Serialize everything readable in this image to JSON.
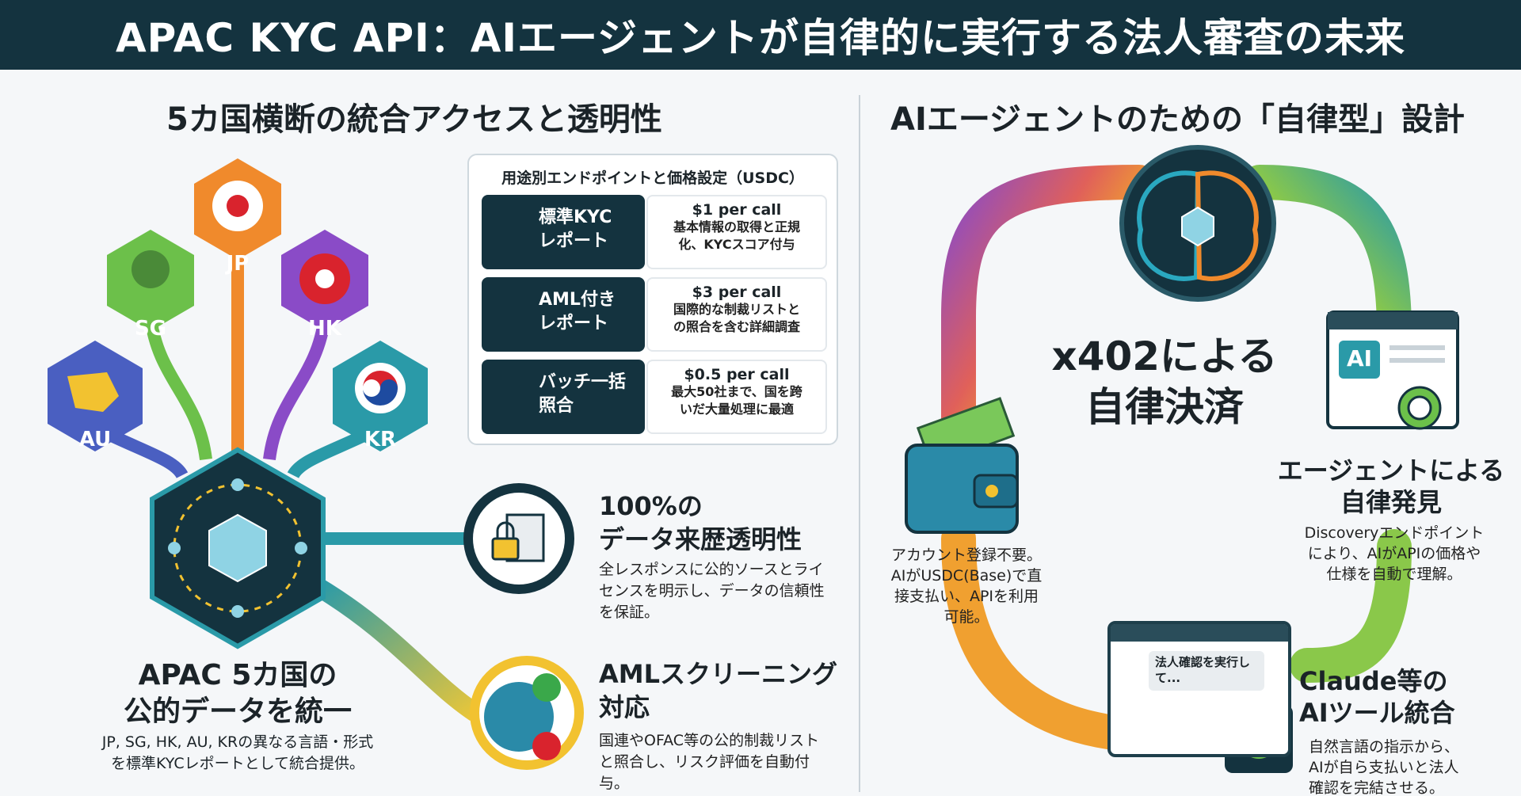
{
  "header": {
    "title": "APAC KYC API：AIエージェントが自律的に実行する法人審査の未来"
  },
  "left": {
    "section_title": "5カ国横断の統合アクセスと透明性",
    "countries": [
      "JP",
      "SG",
      "HK",
      "AU",
      "KR"
    ],
    "hub": {
      "title_line1": "APAC 5カ国の",
      "title_line2": "公的データを統一",
      "desc_line1": "JP, SG, HK, AU, KRの異なる言語・形式",
      "desc_line2": "を標準KYCレポートとして統合提供。"
    },
    "pricing": {
      "heading": "用途別エンドポイントと価格設定（USDC）",
      "rows": [
        {
          "name1": "標準KYC",
          "name2": "レポート",
          "price": "$1 per call",
          "desc1": "基本情報の取得と正規",
          "desc2": "化、KYCスコア付与",
          "icon": "magnifier-document-icon"
        },
        {
          "name1": "AML付き",
          "name2": "レポート",
          "price": "$3 per call",
          "desc1": "国際的な制裁リストと",
          "desc2": "の照合を含む詳細調査",
          "icon": "globe-magnifier-icon"
        },
        {
          "name1": "バッチ一括",
          "name2": "照合",
          "price": "$0.5 per call",
          "desc1": "最大50社まで、国を跨",
          "desc2": "いだ大量処理に最適",
          "icon": "stacked-documents-icon"
        }
      ]
    },
    "features": [
      {
        "title1": "100%の",
        "title2": "データ来歴透明性",
        "desc1": "全レスポンスに公的ソースとライ",
        "desc2": "センスを明示し、データの信頼性",
        "desc3": "を保証。",
        "icon": "lock-document-icon"
      },
      {
        "title1": "AMLスクリーニング",
        "title2": "対応",
        "desc1": "国連やOFAC等の公的制裁リスト",
        "desc2": "と照合し、リスク評価を自動付",
        "desc3": "与。",
        "icon": "globe-check-icon"
      }
    ]
  },
  "right": {
    "section_title": "AIエージェントのための「自律型」設計",
    "center_line1": "x402による",
    "center_line2": "自律決済",
    "wallet": {
      "desc1": "アカウント登録不要。",
      "desc2": "AIがUSDC(Base)で直",
      "desc3": "接支払い、APIを利用",
      "desc4": "可能。"
    },
    "discovery": {
      "title1": "エージェントによる",
      "title2": "自律発見",
      "desc1": "Discoveryエンドポイント",
      "desc2": "により、AIがAPIの価格や",
      "desc3": "仕様を自動で理解。",
      "badge": "AI"
    },
    "claude": {
      "title1": "Claude等の",
      "title2": "AIツール統合",
      "desc1": "自然言語の指示から、",
      "desc2": "AIが自ら支払いと法人",
      "desc3": "確認を完結させる。",
      "chat_msg": "法人確認を実行して..."
    }
  },
  "colors": {
    "navy": "#14333f",
    "orange": "#f08a2c",
    "green": "#6cc04a",
    "purple": "#8a4bc7",
    "teal": "#2a9aa8",
    "blue": "#4a5fc1"
  }
}
